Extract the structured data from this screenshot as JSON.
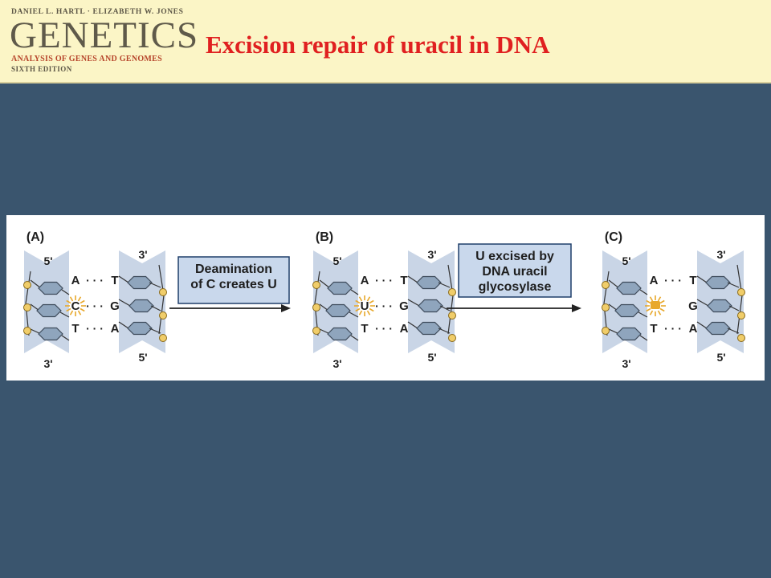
{
  "header": {
    "logo": {
      "authors": "DANIEL L. HARTL · ELIZABETH W. JONES",
      "title": "GENETICS",
      "subtitle": "ANALYSIS OF GENES AND GENOMES",
      "edition": "SIXTH EDITION"
    },
    "title": "Excision repair of uracil in DNA"
  },
  "colors": {
    "background": "#3a556e",
    "header": "#fbf5c6",
    "title": "#e02020",
    "strand": "#c9d5e6",
    "base": "#8fa5bd",
    "phosphate": "#f0cd6a",
    "lesion": "#e8a82c"
  },
  "figure": {
    "panels": [
      {
        "label": "(A)",
        "left_top": "5'",
        "left_bottom": "3'",
        "right_top": "3'",
        "right_bottom": "5'",
        "pairs": [
          {
            "left": "A",
            "right": "T",
            "dots": "· · ·"
          },
          {
            "left": "C",
            "right": "G",
            "dots": "· · ·"
          },
          {
            "left": "T",
            "right": "A",
            "dots": "· · ·"
          }
        ]
      },
      {
        "label": "(B)",
        "left_top": "5'",
        "left_bottom": "3'",
        "right_top": "3'",
        "right_bottom": "5'",
        "pairs": [
          {
            "left": "A",
            "right": "T",
            "dots": "· · ·"
          },
          {
            "left": "U",
            "right": "G",
            "dots": "· · ·"
          },
          {
            "left": "T",
            "right": "A",
            "dots": "· · ·"
          }
        ]
      },
      {
        "label": "(C)",
        "left_top": "5'",
        "left_bottom": "3'",
        "right_top": "3'",
        "right_bottom": "5'",
        "pairs": [
          {
            "left": "A",
            "right": "T",
            "dots": "· · ·"
          },
          {
            "left": "",
            "right": "G",
            "dots": ""
          },
          {
            "left": "T",
            "right": "A",
            "dots": "· · ·"
          }
        ]
      }
    ],
    "steps": [
      {
        "lines": [
          "Deamination",
          "of C creates U"
        ]
      },
      {
        "lines": [
          "U excised by",
          "DNA uracil",
          "glycosylase"
        ]
      }
    ]
  }
}
